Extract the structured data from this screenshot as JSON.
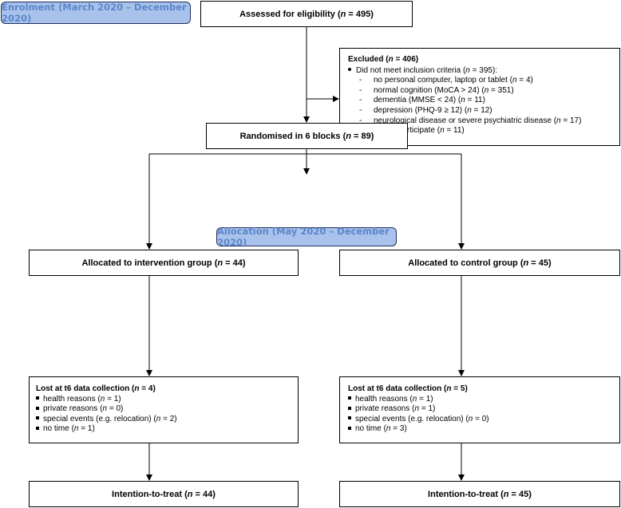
{
  "enrolment": {
    "label": "Enrolment (March 2020 – December 2020)"
  },
  "allocation": {
    "label": "Allocation (May 2020 – December 2020)"
  },
  "assessed": {
    "label": "Assessed for eligibility (",
    "n": "n",
    "value": " = 495)"
  },
  "excluded": {
    "title": "Excluded (n = 406)",
    "items": [
      {
        "kind": "dot",
        "text": "Did not meet inclusion criteria (n = 395):"
      },
      {
        "kind": "dash",
        "text": "no personal computer, laptop or tablet (n = 4)"
      },
      {
        "kind": "dash",
        "text": "normal cognition (MoCA > 24) (n = 351)"
      },
      {
        "kind": "dash",
        "text": "dementia (MMSE < 24) (n = 11)"
      },
      {
        "kind": "dash",
        "text": "depression (PHQ-9 ≥ 12) (n = 12)"
      },
      {
        "kind": "dash",
        "text": "neurological disease or severe psychiatric disease (n = 17)"
      },
      {
        "kind": "dot",
        "text": "Declined to participate (n = 11)"
      }
    ]
  },
  "randomised": {
    "label": "Randomised in 6 blocks (n = 89)"
  },
  "intervention": {
    "allocated": "Allocated to intervention group (n = 44)",
    "lost_title": "Lost at t6 data collection (n = 4)",
    "lost_items": [
      "health reasons (n = 1)",
      "private reasons (n = 0)",
      "special events (e.g. relocation) (n = 2)",
      "no time (n = 1)"
    ],
    "itt": "Intention-to-treat (n = 44)"
  },
  "control": {
    "allocated": "Allocated to control group (n = 45)",
    "lost_title": "Lost at t6 data collection (n = 5)",
    "lost_items": [
      "health reasons (n = 1)",
      "private reasons (n = 1)",
      "special events (e.g. relocation) (n = 0)",
      "no time (n = 3)"
    ],
    "itt": "Intention-to-treat (n = 45)"
  }
}
